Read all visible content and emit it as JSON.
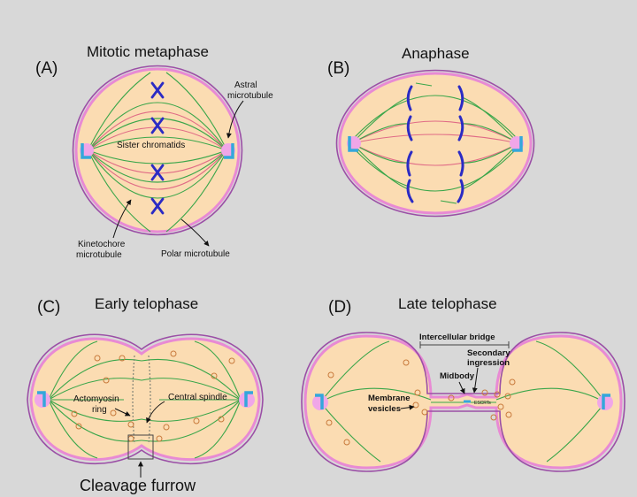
{
  "panels": {
    "a": {
      "letter": "(A)",
      "title": "Mitotic metaphase",
      "labels": {
        "astral_1": "Astral",
        "astral_2": "microtubule",
        "sister": "Sister chromatids",
        "kineto_1": "Kinetochore",
        "kineto_2": "microtubule",
        "polar": "Polar microtubule"
      }
    },
    "b": {
      "letter": "(B)",
      "title": "Anaphase"
    },
    "c": {
      "letter": "(C)",
      "title": "Early telophase",
      "labels": {
        "acto_1": "Actomyosin",
        "acto_2": "ring",
        "spindle": "Central spindle",
        "furrow": "Cleavage furrow"
      }
    },
    "d": {
      "letter": "(D)",
      "title": "Late telophase",
      "labels": {
        "bridge": "Intercellular bridge",
        "secondary_1": "Secondary",
        "secondary_2": "ingression",
        "midbody": "Midbody",
        "vesicles_1": "Membrane",
        "vesicles_2": "vesicles",
        "escrt": "ESCRTs"
      }
    }
  },
  "colors": {
    "background": "#d8d8d8",
    "cytoplasm": "#fbdcb2",
    "membrane_outer": "#9b4fa6",
    "membrane_inner": "#e88ad4",
    "polar_microtubule": "#e06b86",
    "kinetochore_microtubule": "#3aa64a",
    "chromosome": "#2b2bc4",
    "centrosome": "#34a7db",
    "pericentriolar": "#f0a6e8",
    "vesicle": "#c87a3c"
  },
  "icons": [
    "chromosome-icon",
    "centrosome-icon",
    "arrow-icon"
  ]
}
